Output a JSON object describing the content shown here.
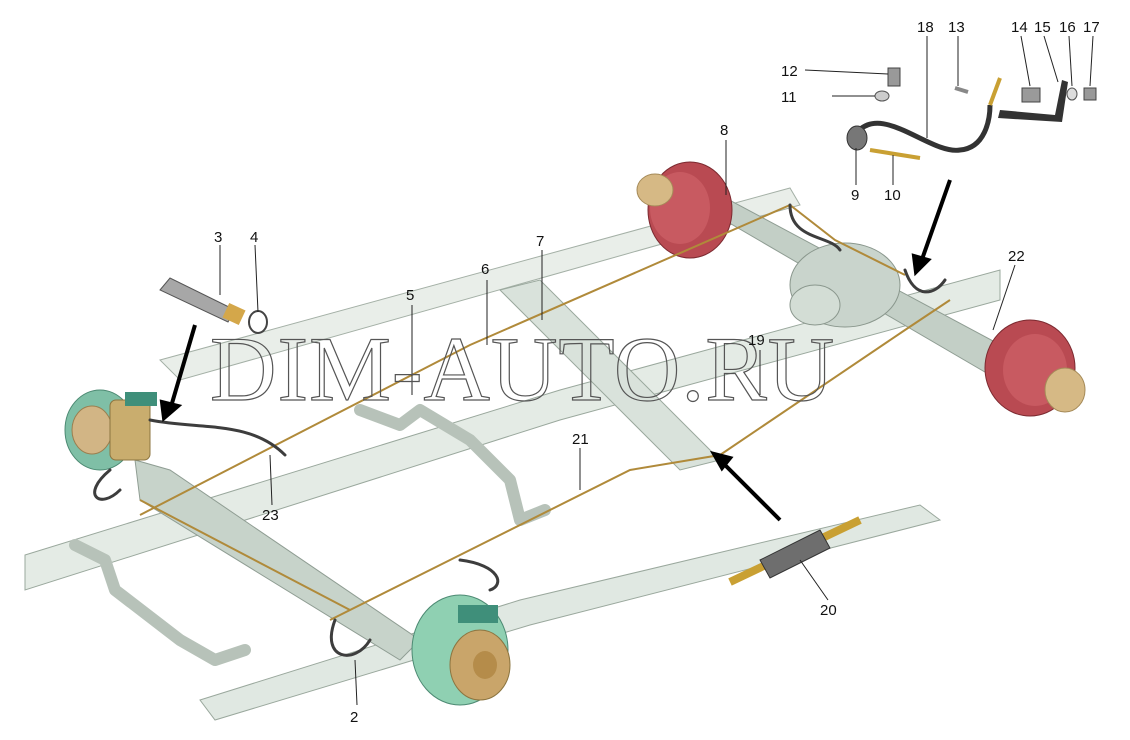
{
  "watermark": "DIM-AUTO.RU",
  "callouts": {
    "c2": "2",
    "c3": "3",
    "c4": "4",
    "c5": "5",
    "c6": "6",
    "c7": "7",
    "c8": "8",
    "c9": "9",
    "c10": "10",
    "c11": "11",
    "c12": "12",
    "c13": "13",
    "c14": "14",
    "c15": "15",
    "c16": "16",
    "c17": "17",
    "c18": "18",
    "c19": "19",
    "c20": "20",
    "c21": "21",
    "c22": "22",
    "c23": "23"
  },
  "colors": {
    "frame": "#dfe6e0",
    "axle": "#b8c6bb",
    "drum": "#c0474f",
    "hub": "#d8b987",
    "brake_line": "#b08a3a",
    "hose": "#3d3d3d",
    "disc_green": "#7fbfa6"
  }
}
